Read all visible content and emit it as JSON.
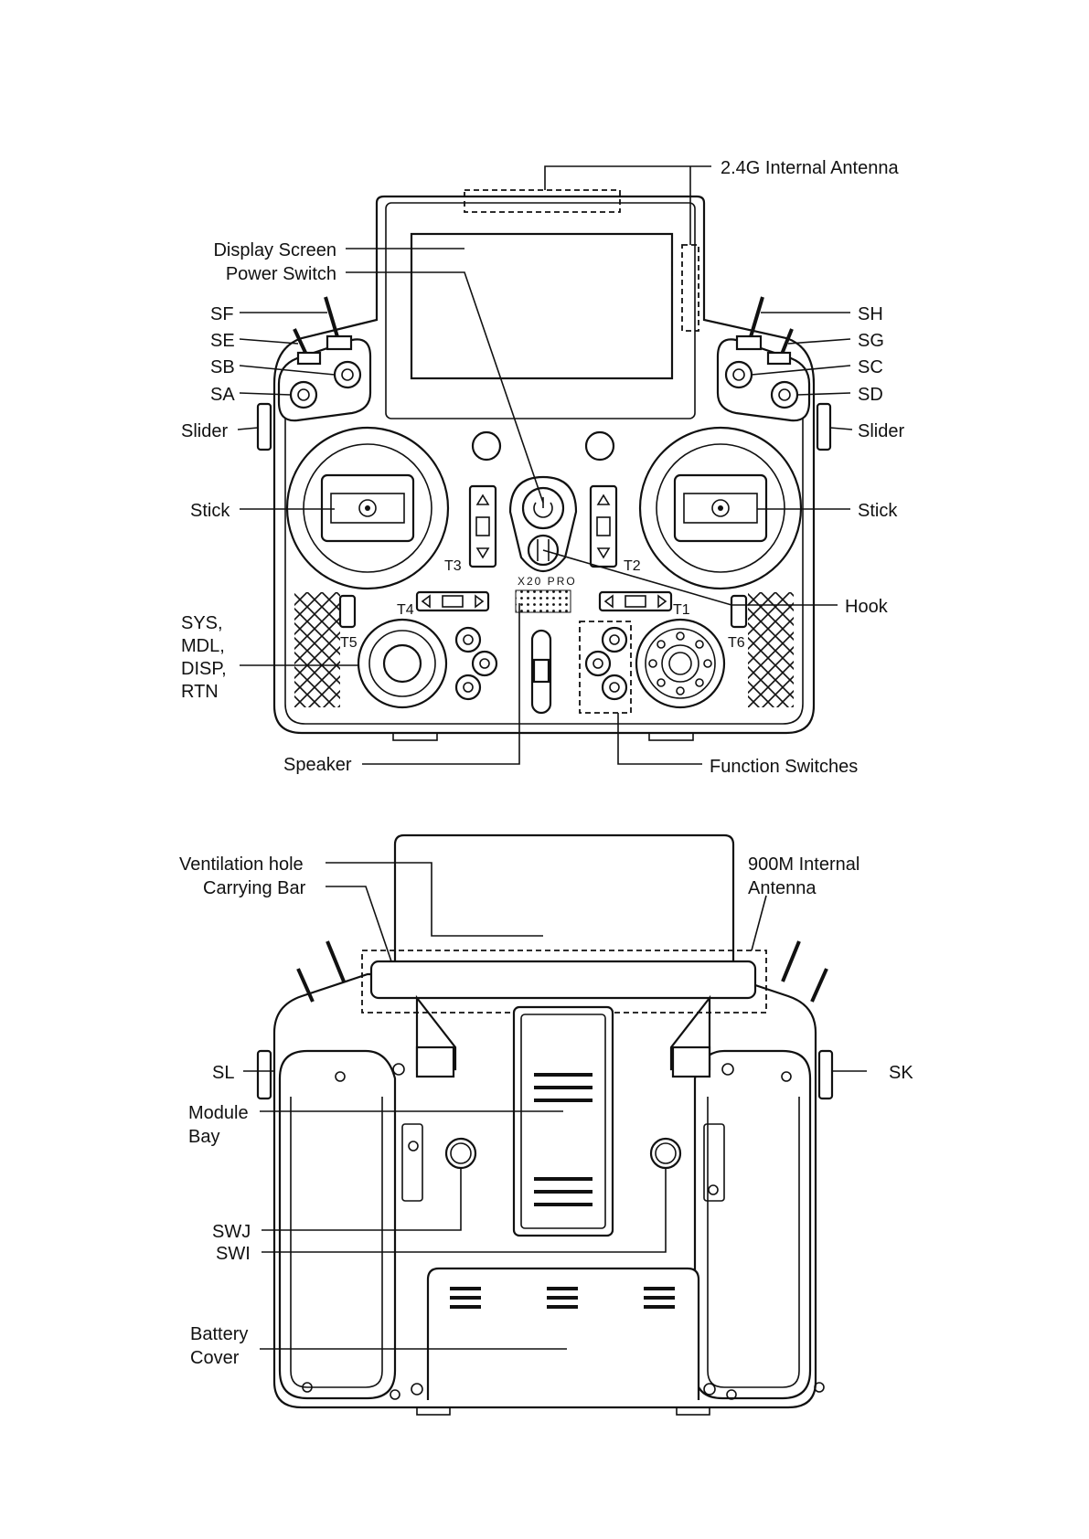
{
  "front": {
    "labels": {
      "antenna_24g": "2.4G Internal Antenna",
      "display_screen": "Display Screen",
      "power_switch": "Power Switch",
      "sf": "SF",
      "se": "SE",
      "sb": "SB",
      "sa": "SA",
      "sh": "SH",
      "sg": "SG",
      "sc": "SC",
      "sd": "SD",
      "slider_left": "Slider",
      "slider_right": "Slider",
      "stick_left": "Stick",
      "stick_right": "Stick",
      "hook": "Hook",
      "sys_buttons": [
        "SYS,",
        "MDL,",
        "DISP,",
        "RTN"
      ],
      "speaker": "Speaker",
      "function_switches": "Function Switches"
    },
    "trims": {
      "t1": "T1",
      "t2": "T2",
      "t3": "T3",
      "t4": "T4",
      "t5": "T5",
      "t6": "T6"
    },
    "brand_mark": "X20 PRO"
  },
  "back": {
    "labels": {
      "ventilation_hole": "Ventilation hole",
      "carrying_bar": "Carrying Bar",
      "antenna_900m": [
        "900M Internal",
        "Antenna"
      ],
      "sl": "SL",
      "sk": "SK",
      "module_bay": [
        "Module",
        "Bay"
      ],
      "swj": "SWJ",
      "swi": "SWI",
      "battery_cover": [
        "Battery",
        "Cover"
      ]
    }
  }
}
